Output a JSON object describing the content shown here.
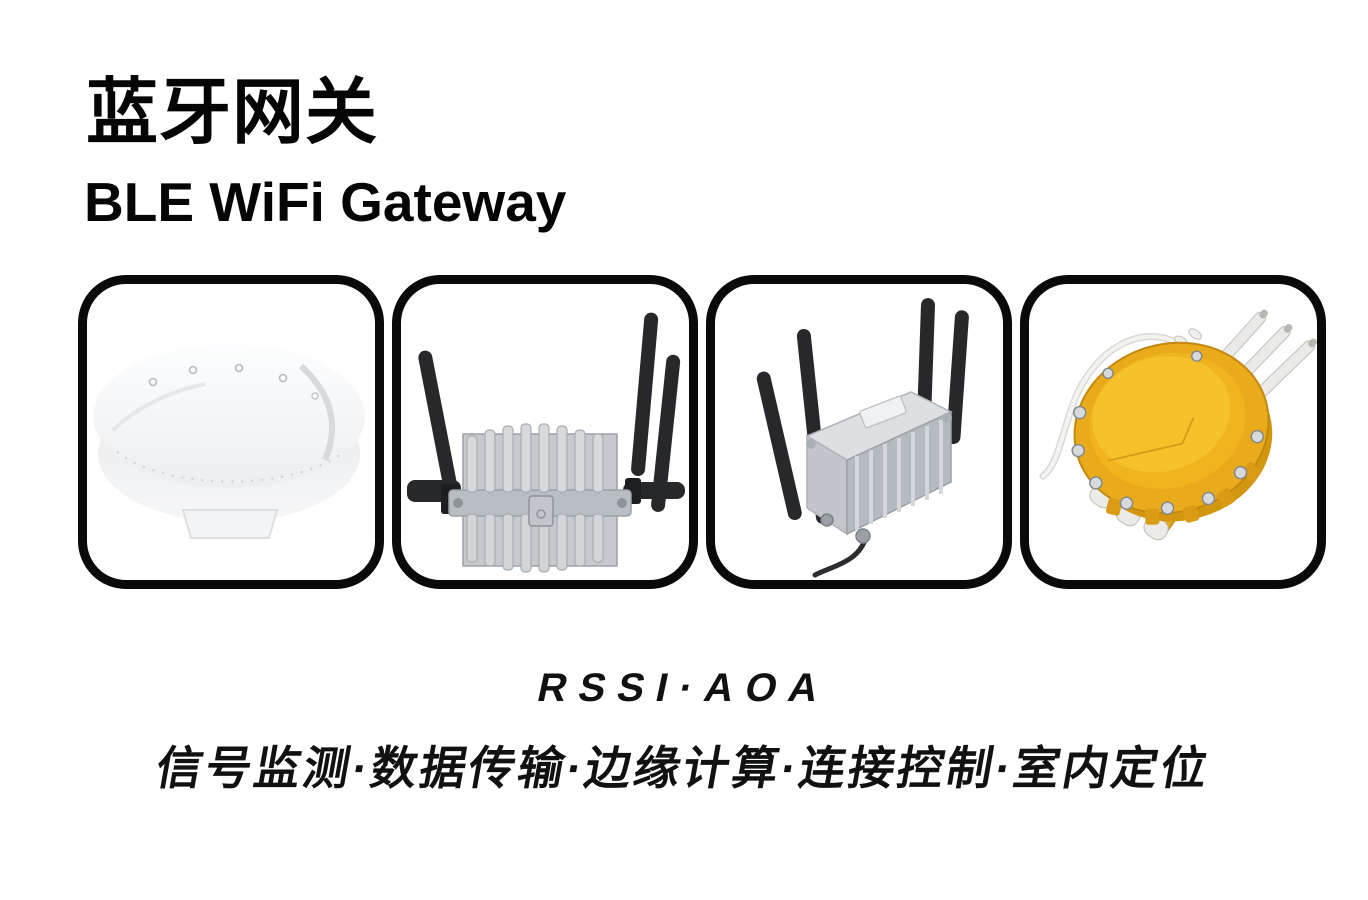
{
  "header": {
    "title_cn": "蓝牙网关",
    "title_en": "BLE WiFi Gateway"
  },
  "products": [
    {
      "alt": "white-ceiling-dome-ble-gateway"
    },
    {
      "alt": "aluminum-finned-outdoor-gateway-four-black-antennas-front-view"
    },
    {
      "alt": "aluminum-finned-outdoor-gateway-four-black-antennas-angled-view"
    },
    {
      "alt": "yellow-explosion-proof-gateway-three-white-antennas"
    }
  ],
  "footer": {
    "tagline": "RSSI·AOA",
    "features": "信号监测·数据传输·边缘计算·连接控制·室内定位"
  },
  "colors": {
    "background": "#ffffff",
    "text": "#050505",
    "card_frame": "#0a0a0a",
    "antenna_black": "#26282c",
    "aluminum_silver": "#c6cace",
    "device_yellow": "#e9aa1c",
    "device_white": "#f3f4f6"
  }
}
